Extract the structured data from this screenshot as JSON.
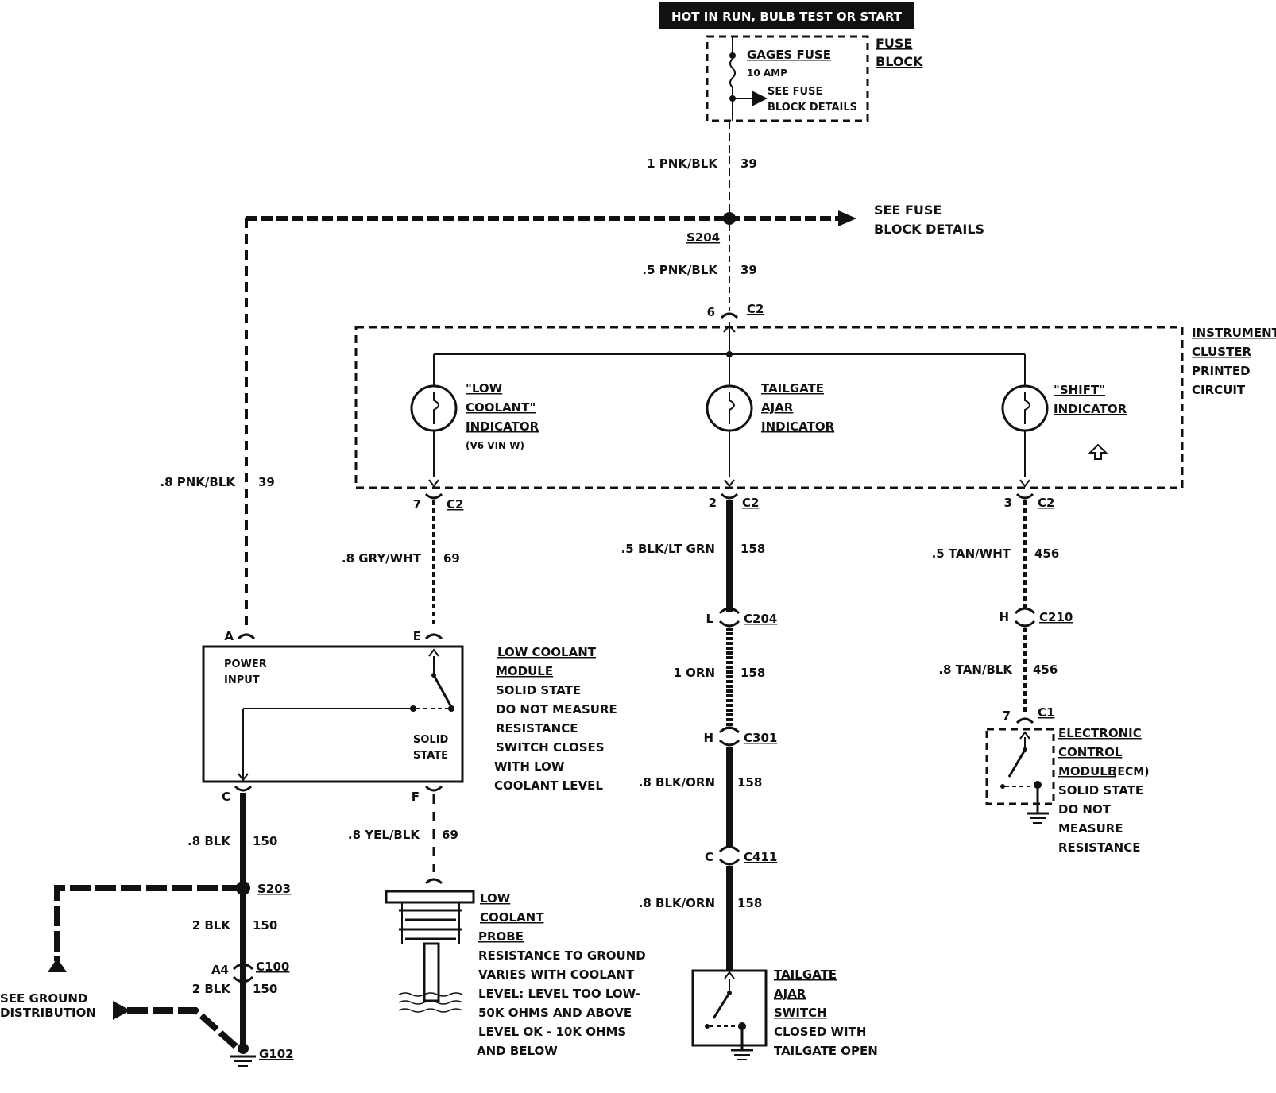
{
  "header_bar": "HOT IN RUN, BULB TEST OR START",
  "fuse_block": {
    "label_line1": "FUSE",
    "label_line2": "BLOCK",
    "fuse_name": "GAGES FUSE",
    "fuse_rating": "10 AMP",
    "see_line1": "SEE FUSE",
    "see_line2": "BLOCK DETAILS"
  },
  "wires": {
    "w1": {
      "gauge_color": "1 PNK/BLK",
      "circuit": "39"
    },
    "w2": {
      "gauge_color": ".5 PNK/BLK",
      "circuit": "39"
    },
    "w3": {
      "gauge_color": ".8 PNK/BLK",
      "circuit": "39"
    },
    "w4": {
      "gauge_color": ".8 GRY/WHT",
      "circuit": "69"
    },
    "w5": {
      "gauge_color": ".5 BLK/LT GRN",
      "circuit": "158"
    },
    "w6": {
      "gauge_color": ".5 TAN/WHT",
      "circuit": "456"
    },
    "w7": {
      "gauge_color": "1 ORN",
      "circuit": "158"
    },
    "w8": {
      "gauge_color": ".8 TAN/BLK",
      "circuit": "456"
    },
    "w9": {
      "gauge_color": ".8 BLK/ORN",
      "circuit": "158"
    },
    "w10": {
      "gauge_color": ".8 BLK/ORN",
      "circuit": "158"
    },
    "w11": {
      "gauge_color": ".8 BLK",
      "circuit": "150"
    },
    "w12": {
      "gauge_color": ".8 YEL/BLK",
      "circuit": "69"
    },
    "w13": {
      "gauge_color": "2 BLK",
      "circuit": "150"
    },
    "w14": {
      "gauge_color": "2 BLK",
      "circuit": "150"
    }
  },
  "splices": {
    "s204": "S204",
    "s203": "S203",
    "g102": "G102",
    "see_fuse_line1": "SEE FUSE",
    "see_fuse_line2": "BLOCK DETAILS",
    "see_ground_line1": "SEE GROUND",
    "see_ground_line2": "DISTRIBUTION"
  },
  "connectors": {
    "c2_top_pin": "6",
    "c2": "C2",
    "pin7": "7",
    "pin2": "2",
    "pin3": "3",
    "c204_pin": "L",
    "c204": "C204",
    "c210_pin": "H",
    "c210": "C210",
    "c301_pin": "H",
    "c301": "C301",
    "c411_pin": "C",
    "c411": "C411",
    "c100_pin": "A4",
    "c100": "C100",
    "c1_pin": "7",
    "c1": "C1",
    "pin_a": "A",
    "pin_e": "E",
    "pin_c": "C",
    "pin_f": "F"
  },
  "cluster": {
    "line1": "INSTRUMENT",
    "line2": "CLUSTER",
    "line3": "PRINTED",
    "line4": "CIRCUIT",
    "low_coolant_1": "\"LOW",
    "low_coolant_2": "COOLANT\"",
    "low_coolant_3": "INDICATOR",
    "low_coolant_4": "(V6 VIN W)",
    "tailgate_1": "TAILGATE",
    "tailgate_2": "AJAR",
    "tailgate_3": "INDICATOR",
    "shift_1": "\"SHIFT\"",
    "shift_2": "INDICATOR"
  },
  "low_coolant_module": {
    "power_1": "POWER",
    "power_2": "INPUT",
    "solid_1": "SOLID",
    "solid_2": "STATE",
    "title_1": "LOW COOLANT",
    "title_2": "MODULE",
    "d1": "SOLID STATE",
    "d2": "DO NOT MEASURE",
    "d3": "RESISTANCE",
    "d4": "SWITCH CLOSES",
    "d5": "WITH LOW",
    "d6": "COOLANT LEVEL"
  },
  "probe": {
    "t1": "LOW",
    "t2": "COOLANT",
    "t3": "PROBE",
    "d1": "RESISTANCE TO GROUND",
    "d2": "VARIES WITH COOLANT",
    "d3": "LEVEL: LEVEL TOO LOW-",
    "d4": "50K OHMS AND ABOVE",
    "d5": "LEVEL OK - 10K OHMS",
    "d6": "AND BELOW"
  },
  "tailgate_switch": {
    "t1": "TAILGATE",
    "t2": "AJAR",
    "t3": "SWITCH",
    "d1": "CLOSED WITH",
    "d2": "TAILGATE OPEN"
  },
  "ecm": {
    "t1": "ELECTRONIC",
    "t2": "CONTROL",
    "t3": "MODULE",
    "t3b": "(ECM)",
    "d1": "SOLID STATE",
    "d2": "DO NOT",
    "d3": "MEASURE",
    "d4": "RESISTANCE"
  }
}
